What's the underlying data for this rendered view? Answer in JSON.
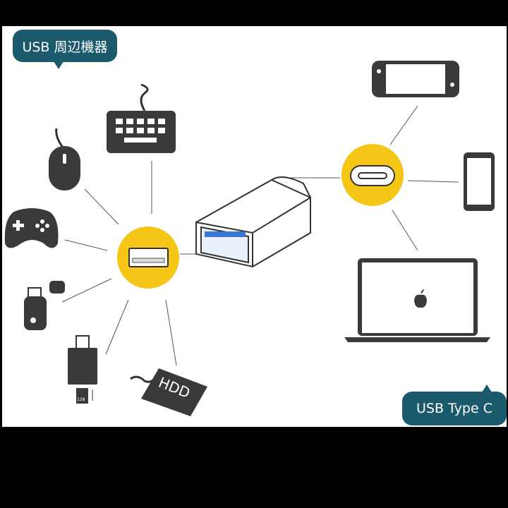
{
  "labels": {
    "peripherals": "USB 周辺機器",
    "type_c": "USB Type C"
  },
  "device_text": {
    "hdd": "HDD",
    "sd_card": "128"
  },
  "colors": {
    "bubble": "#1b5a6c",
    "hub_circle": "#f5c518",
    "icon": "#3a3a3a"
  }
}
